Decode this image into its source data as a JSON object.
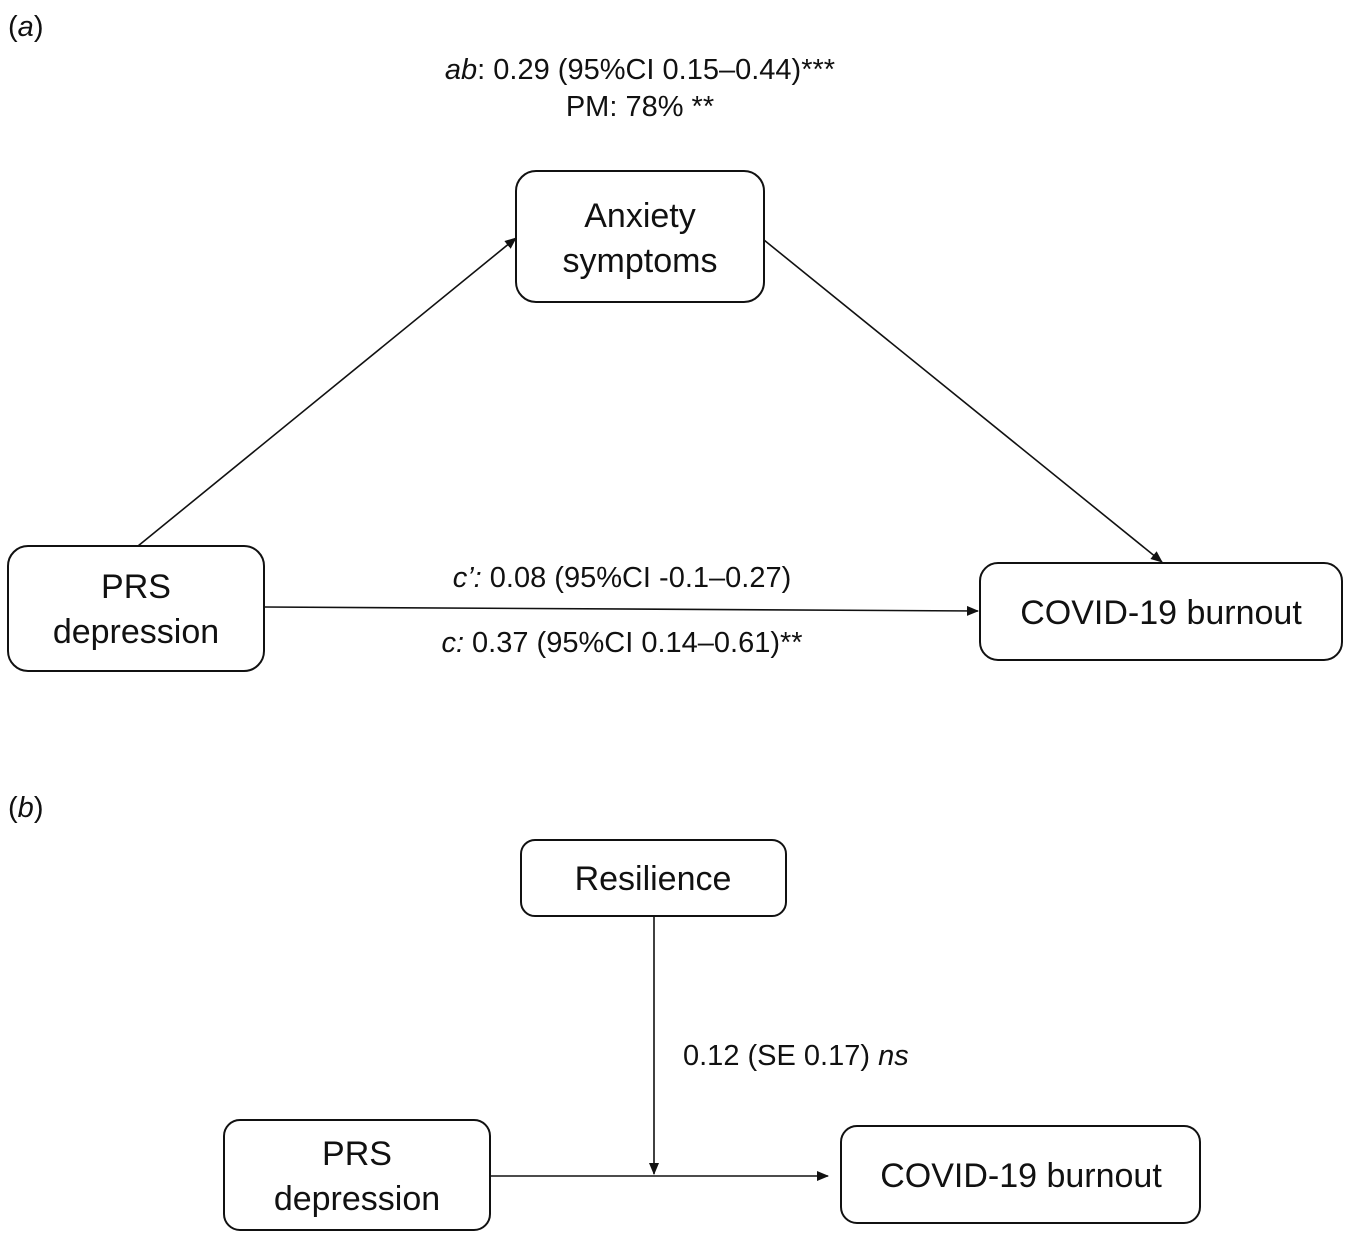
{
  "panel_a": {
    "label_open": "(",
    "label_letter": "a",
    "label_close": ")",
    "indirect_effect": {
      "term": "ab",
      "value": ": 0.29 (95%CI 0.15–0.44)***"
    },
    "proportion_mediated": "PM: 78% **",
    "nodes": {
      "mediator": {
        "line1": "Anxiety",
        "line2": "symptoms"
      },
      "predictor": {
        "line1": "PRS",
        "line2": "depression"
      },
      "outcome": {
        "line1": "COVID-19 burnout"
      }
    },
    "direct_effect": {
      "term": "c’:",
      "value": " 0.08 (95%CI -0.1–0.27)"
    },
    "total_effect": {
      "term": "c:",
      "value": " 0.37 (95%CI 0.14–0.61)**"
    }
  },
  "panel_b": {
    "label_open": "(",
    "label_letter": "b",
    "label_close": ")",
    "nodes": {
      "moderator": {
        "line1": "Resilience"
      },
      "predictor": {
        "line1": "PRS",
        "line2": "depression"
      },
      "outcome": {
        "line1": "COVID-19 burnout"
      }
    },
    "interaction": {
      "value": "0.12 (SE 0.17) ",
      "significance": "ns"
    }
  }
}
